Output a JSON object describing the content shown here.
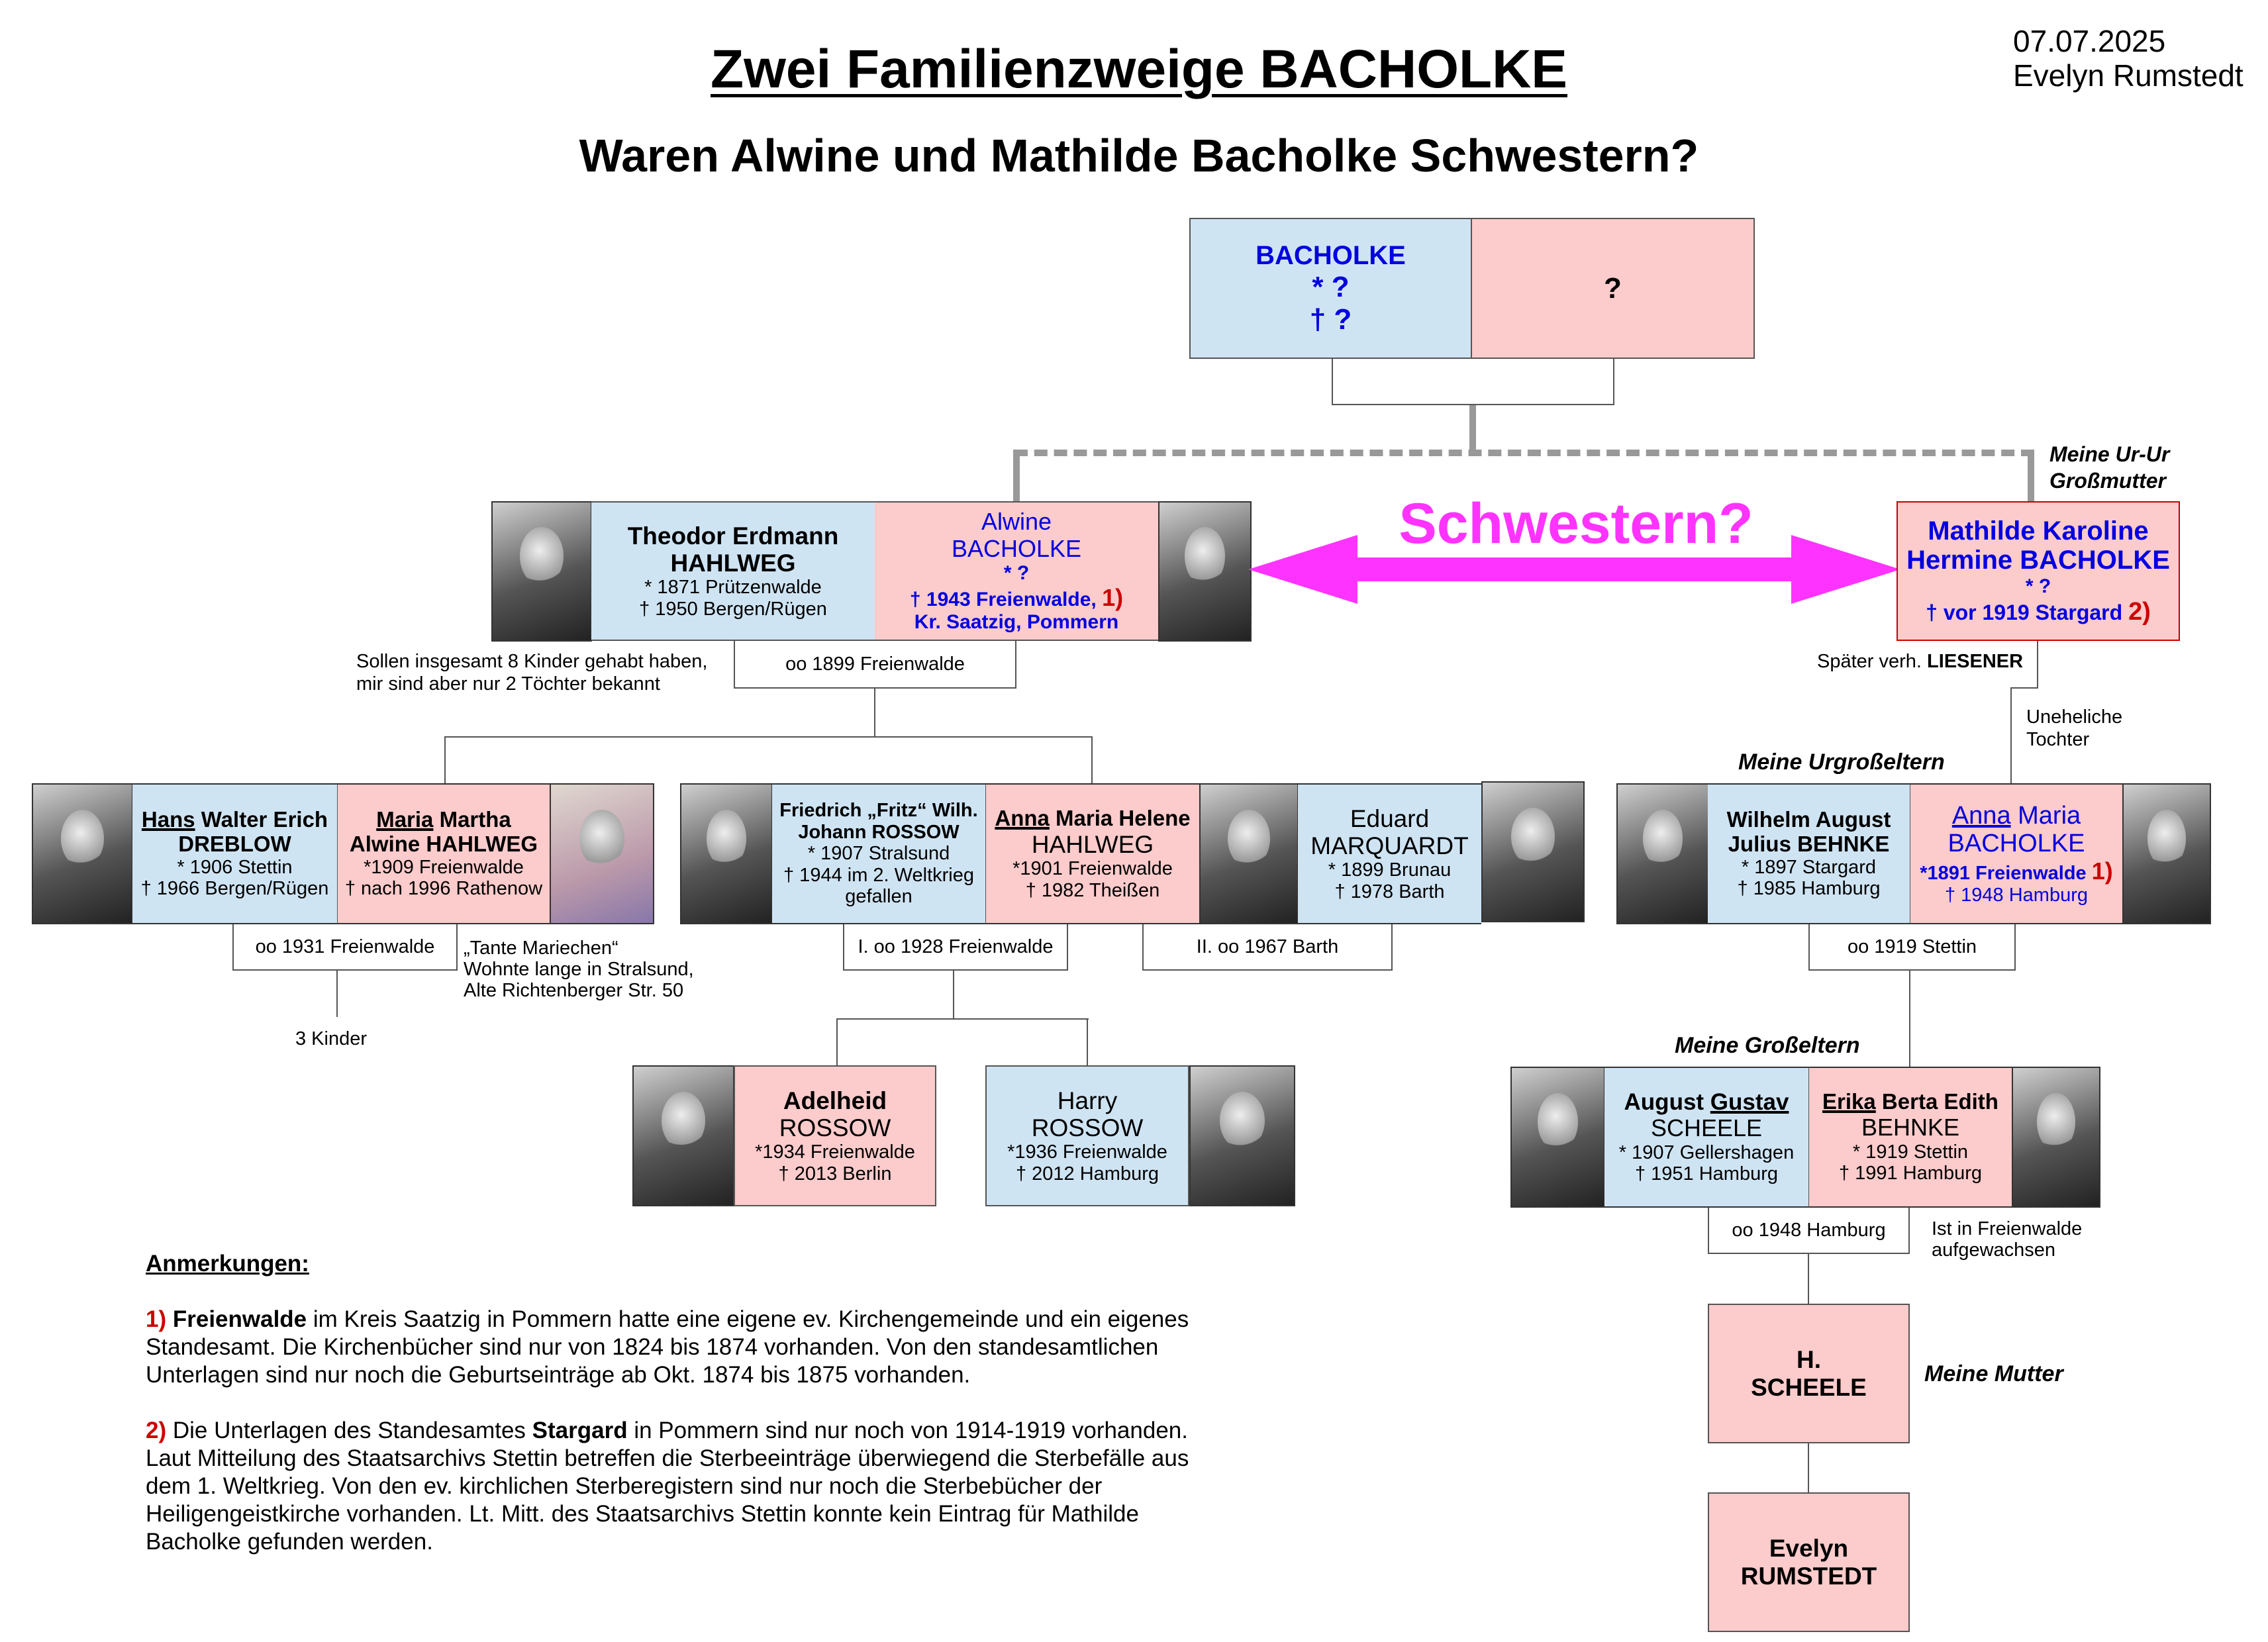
{
  "header": {
    "title": "Zwei Familienzweige BACHOLKE",
    "subtitle": "Waren Alwine und Mathilde Bacholke Schwestern?",
    "date": "07.07.2025",
    "author": "Evelyn Rumstedt"
  },
  "top": {
    "father_name": "BACHOLKE",
    "father_born": "* ?",
    "father_died": "† ?",
    "mother_name": "?"
  },
  "labels": {
    "ur_ur": "Meine Ur-Ur Großmutter",
    "schwestern": "Schwestern?",
    "urgrosseltern": "Meine Urgroßeltern",
    "grosseltern": "Meine Großeltern",
    "mutter": "Meine Mutter",
    "spaeter": "Später verh.",
    "liesener": "LIESENER",
    "unehelich": "Uneheliche Tochter",
    "sollen": "Sollen insgesamt 8 Kinder gehabt haben, mir sind aber nur 2 Töchter bekannt",
    "tante_1": "„Tante Mariechen“",
    "tante_2": "Wohnte lange in Stralsund,",
    "tante_3": "Alte Richtenberger Str. 50",
    "kinder": "3 Kinder",
    "aufgewachsen": "Ist in Freienwalde aufgewachsen"
  },
  "people": {
    "theodor": {
      "name1": "Theodor Erdmann",
      "name2": "HAHLWEG",
      "born": "* 1871 Prützenwalde",
      "died": "† 1950 Bergen/Rügen"
    },
    "alwine": {
      "name1": "Alwine",
      "name2": "BACHOLKE",
      "born": "* ?",
      "died": "† 1943 Freienwalde,",
      "ref": "1)",
      "place": "Kr. Saatzig, Pommern"
    },
    "mathilde": {
      "name1": "Mathilde Karoline",
      "name2": "Hermine BACHOLKE",
      "born": "* ?",
      "died": "† vor 1919 Stargard",
      "ref": "2)"
    },
    "hans": {
      "first": "Hans",
      "rest": " Walter Erich",
      "name2": "DREBLOW",
      "born": "* 1906 Stettin",
      "died": "† 1966 Bergen/Rügen"
    },
    "maria": {
      "first": "Maria",
      "rest": " Martha",
      "name2": "Alwine HAHLWEG",
      "born": "*1909 Freienwalde",
      "died": "† nach 1996 Rathenow"
    },
    "friedrich": {
      "name1": "Friedrich „Fritz“ Wilh.",
      "name2": "Johann ROSSOW",
      "born": "* 1907 Stralsund",
      "died": "† 1944 im 2. Weltkrieg",
      "died2": "gefallen"
    },
    "anna_h": {
      "first": "Anna",
      "rest": " Maria Helene",
      "name2": "HAHLWEG",
      "born": "*1901 Freienwalde",
      "died": "† 1982 Theißen"
    },
    "eduard": {
      "name1": "Eduard",
      "name2": "MARQUARDT",
      "born": "* 1899 Brunau",
      "died": "† 1978 Barth"
    },
    "wilhelm": {
      "name1": "Wilhelm August",
      "name2": "Julius BEHNKE",
      "born": "* 1897 Stargard",
      "died": "† 1985 Hamburg"
    },
    "anna_b": {
      "first": "Anna",
      "rest": " Maria",
      "name2": "BACHOLKE",
      "born": "*1891 Freienwalde",
      "ref": "1)",
      "died": "† 1948 Hamburg"
    },
    "adelheid": {
      "name1": "Adelheid",
      "name2": "ROSSOW",
      "born": "*1934 Freienwalde",
      "died": "† 2013 Berlin"
    },
    "harry": {
      "name1": "Harry",
      "name2": "ROSSOW",
      "born": "*1936 Freienwalde",
      "died": "† 2012 Hamburg"
    },
    "august": {
      "pre": "August ",
      "first": "Gustav",
      "name2": "SCHEELE",
      "born": "* 1907 Gellershagen",
      "died": "† 1951 Hamburg"
    },
    "erika": {
      "first": "Erika",
      "rest": " Berta Edith",
      "name2": "BEHNKE",
      "born": "* 1919 Stettin",
      "died": "† 1991 Hamburg"
    },
    "h_scheele": {
      "name1": "H.",
      "name2": "SCHEELE"
    },
    "evelyn": {
      "name1": "Evelyn",
      "name2": "RUMSTEDT"
    }
  },
  "marriages": {
    "m1899": "oo 1899 Freienwalde",
    "m1931": "oo 1931 Freienwalde",
    "m1928": "I. oo 1928 Freienwalde",
    "m1967": "II. oo 1967 Barth",
    "m1919": "oo 1919 Stettin",
    "m1948": "oo 1948 Hamburg"
  },
  "notes": {
    "heading": "Anmerkungen:",
    "n1_ref": "1)",
    "n1_bold": "Freienwalde",
    "n1_text": " im Kreis Saatzig in Pommern hatte eine eigene ev. Kirchengemeinde und ein eigenes Standesamt. Die Kirchenbücher sind nur von 1824 bis 1874 vorhanden. Von den standesamtlichen Unterlagen sind nur noch die Geburtseinträge ab Okt. 1874 bis 1875 vorhanden.",
    "n2_ref": "2)",
    "n2_pre": " Die Unterlagen des Standesamtes ",
    "n2_bold": "Stargard",
    "n2_text": " in Pommern sind nur noch von 1914-1919 vorhanden. Laut Mitteilung des Staatsarchivs Stettin betreffen die Sterbeeinträge überwiegend die Sterbefälle aus dem 1. Weltkrieg. Von den ev. kirchlichen Sterberegistern sind nur noch die Sterbebücher der Heiligengeistkirche vorhanden. Lt. Mitt. des Staatsarchivs Stettin konnte kein Eintrag für Mathilde Bacholke gefunden werden."
  },
  "colors": {
    "male": "#cfe4f3",
    "female": "#fccbcb",
    "blue_text": "#0000e0",
    "ref_red": "#cc0000",
    "arrow": "#ff33ff"
  }
}
